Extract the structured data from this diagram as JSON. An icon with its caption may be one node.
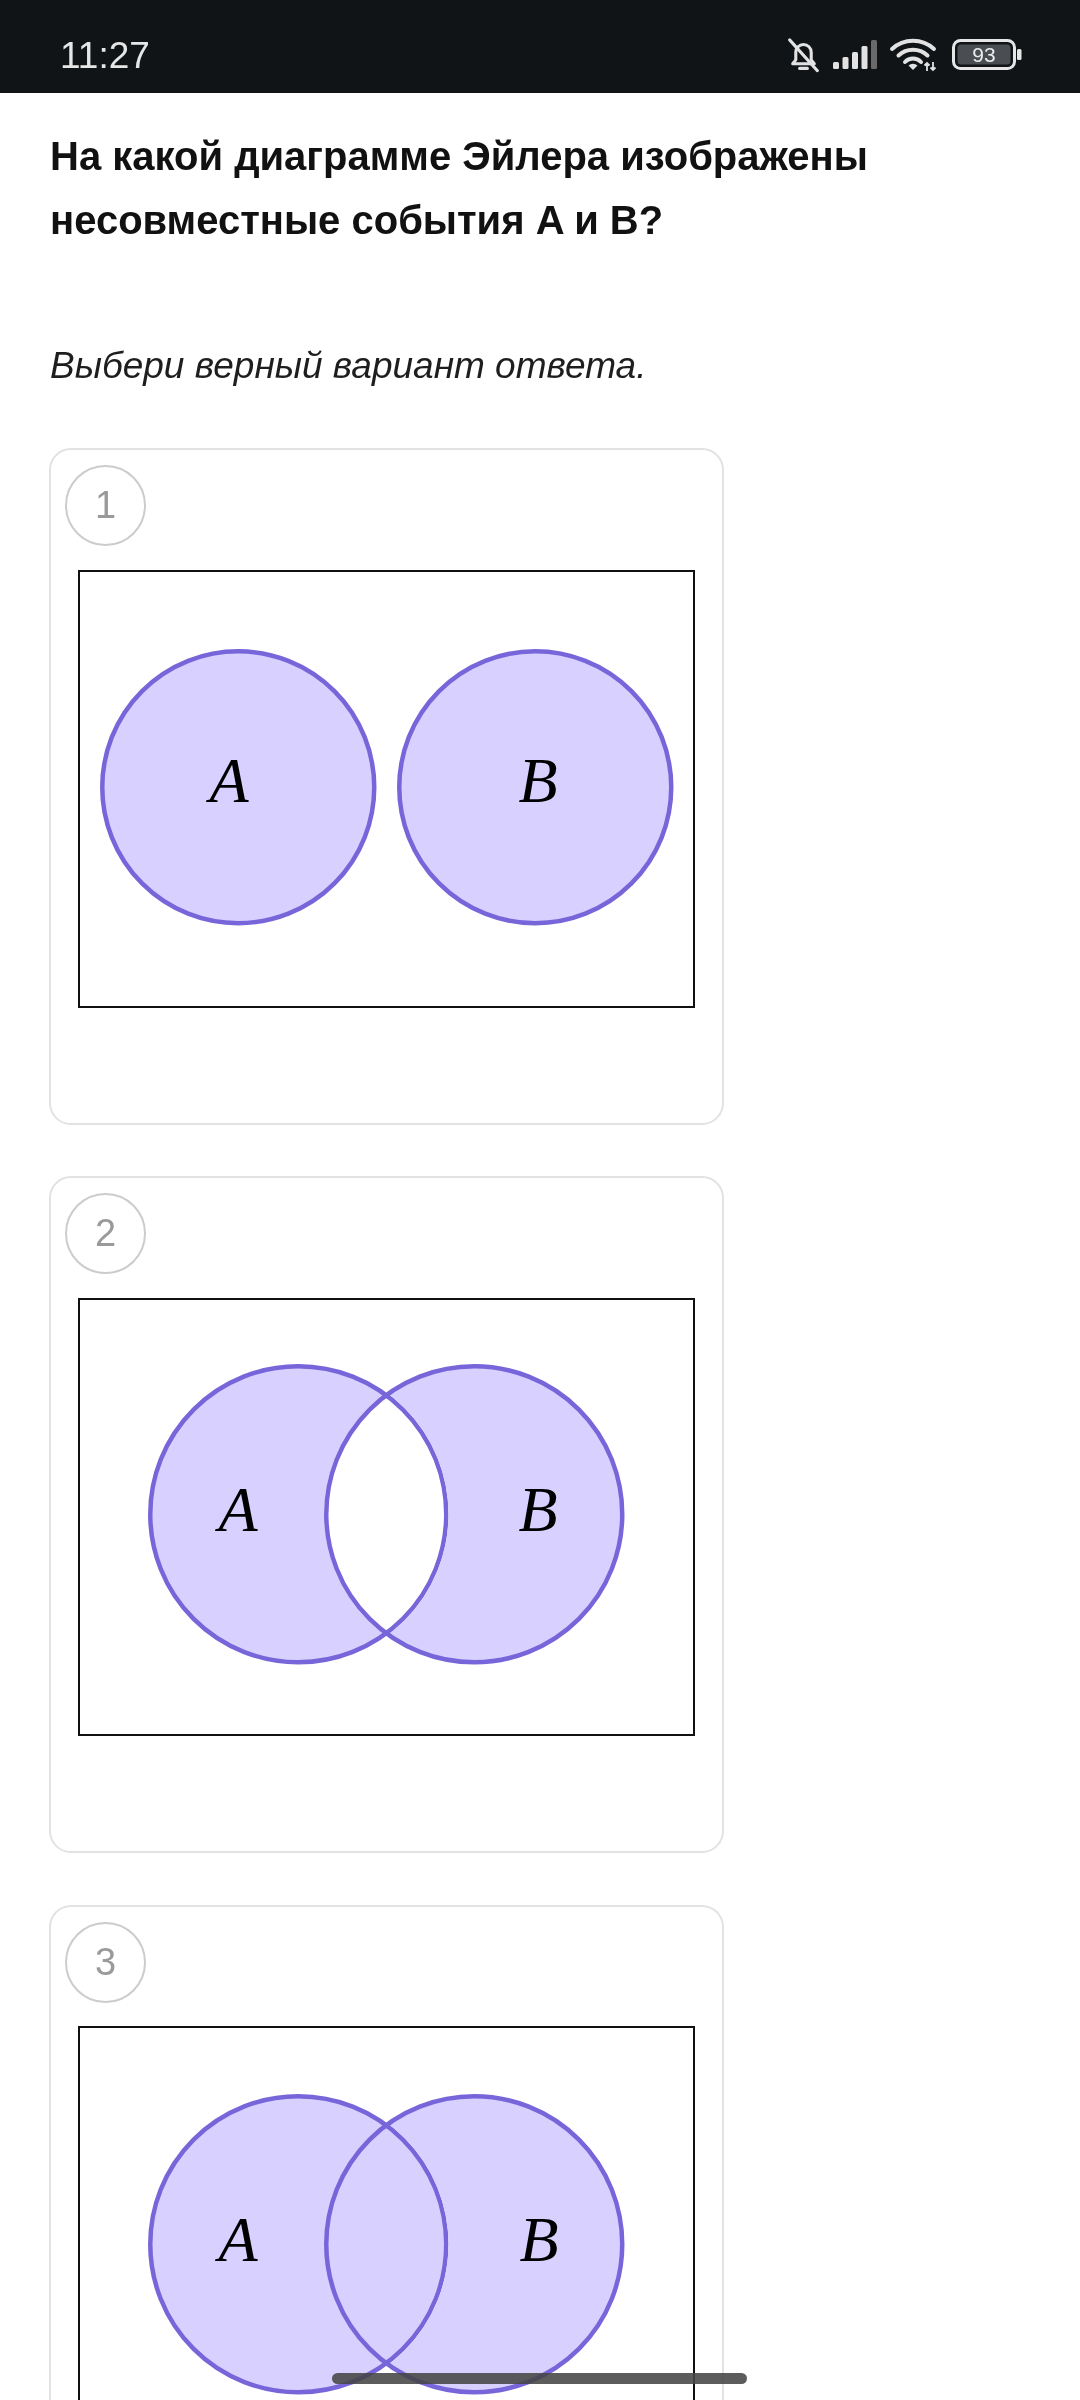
{
  "diagram": {
    "title": "На какой диаграмме Эйлера изображены несовместные события A и B?",
    "nodes": [
      {
        "text": [],
        "shape": "box"
      },
      {
        "text": [
          "1"
        ],
        "in": 0
      },
      {
        "text": [],
        "shape": "box",
        "in": 0
      },
      {
        "text": [
          "A"
        ],
        "in": 2
      },
      {
        "text": [
          "B"
        ],
        "in": 2
      },
      {
        "text": [],
        "shape": "box"
      },
      {
        "text": [
          "2"
        ],
        "in": 5
      },
      {
        "text": [],
        "shape": "box",
        "in": 5
      },
      {
        "text": [
          "A"
        ],
        "in": 7
      },
      {
        "text": [
          "B"
        ],
        "in": 7
      },
      {
        "text": [],
        "shape": "box"
      },
      {
        "text": [
          "3"
        ],
        "in": 10
      },
      {
        "text": [],
        "shape": "box",
        "in": 10
      },
      {
        "text": [
          "A"
        ],
        "in": 12
      },
      {
        "text": [
          "B"
        ],
        "in": 12
      }
    ],
    "labels": [
      "11:27",
      "93",
      "Выбери верный вариант ответа."
    ]
  }
}
